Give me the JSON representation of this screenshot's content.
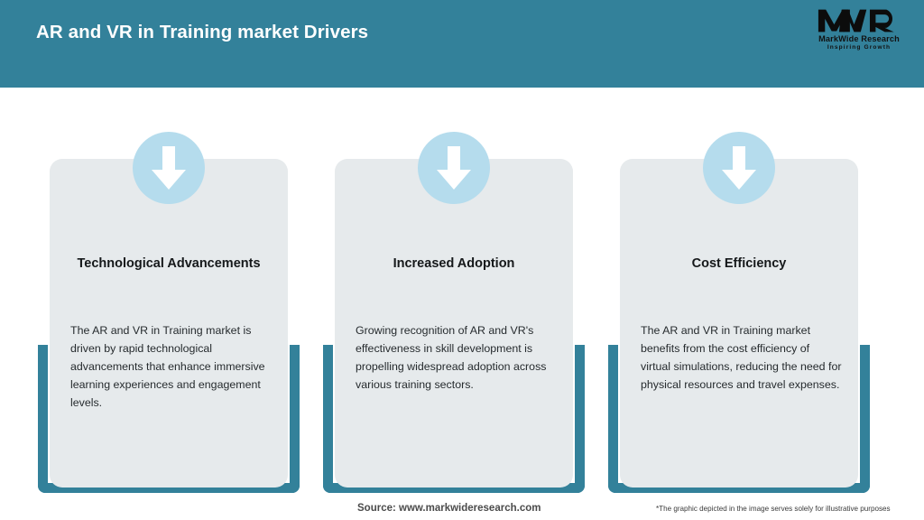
{
  "header": {
    "title": "AR and VR in Training market Drivers",
    "background_color": "#33819a",
    "title_color": "#ffffff"
  },
  "logo": {
    "mark": "MWR",
    "name": "MarkWide Research",
    "tagline": "Inspiring Growth"
  },
  "cards": [
    {
      "icon": "down-arrow-icon",
      "title": "Technological Advancements",
      "body": "The AR and VR in Training market is driven by rapid technological advancements that enhance immersive learning experiences and engagement levels."
    },
    {
      "icon": "down-arrow-icon",
      "title": "Increased Adoption",
      "body": "Growing recognition of AR and VR's effectiveness in skill development is propelling widespread adoption across various training sectors."
    },
    {
      "icon": "down-arrow-icon",
      "title": "Cost Efficiency",
      "body": "The AR and VR in Training market benefits from the cost efficiency of virtual simulations, reducing the need for physical resources and travel expenses."
    }
  ],
  "footer": {
    "source": "Source: www.markwideresearch.com",
    "disclaimer": "*The graphic depicted in the image serves solely for illustrative purposes"
  },
  "colors": {
    "teal": "#33819a",
    "card_grey": "#e6eaec",
    "icon_circle": "#b5dced",
    "arrow": "#ffffff"
  }
}
